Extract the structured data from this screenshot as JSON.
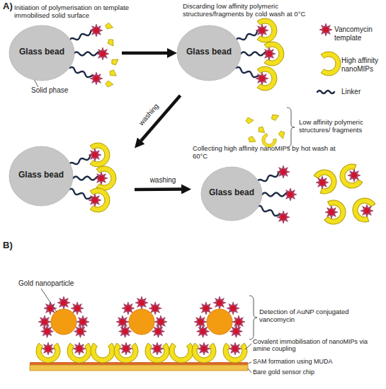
{
  "diagram": {
    "nodes": [
      {
        "text": [
          "Glass bead"
        ]
      },
      {
        "text": [
          "Glass bead"
        ]
      },
      {
        "text": [
          "Glass bead"
        ]
      },
      {
        "text": [
          "Glass bead"
        ]
      }
    ],
    "edges": [
      {
        "from": 0,
        "to": 1,
        "arrow": "to"
      },
      {
        "from": 1,
        "to": 2,
        "arrow": "to",
        "label": "washing"
      },
      {
        "from": 2,
        "to": 3,
        "arrow": "to",
        "label": "washing"
      }
    ],
    "labels": [
      "A)",
      "Initiation of polymerisation on template immobilised solid surface",
      "Discarding low affinity polymeric structures/fragments by cold wash at 0°C",
      "Solid phase",
      "Low affinity polymeric structures/ fragments",
      "Collecting high affinity nanoMIPs by hot wash at 60°C",
      "B)",
      "Gold nanoparticle",
      "Detection of AuNP conjugated vancomycin",
      "Covalent immobilisation of nanoMIPs via amine coupling",
      "SAM formation using MUDA",
      "Bare gold sensor chip"
    ],
    "legend": [
      {
        "text": "Vancomycin template"
      },
      {
        "text": "High affinity nanoMIPs"
      },
      {
        "text": "Linker"
      }
    ]
  }
}
